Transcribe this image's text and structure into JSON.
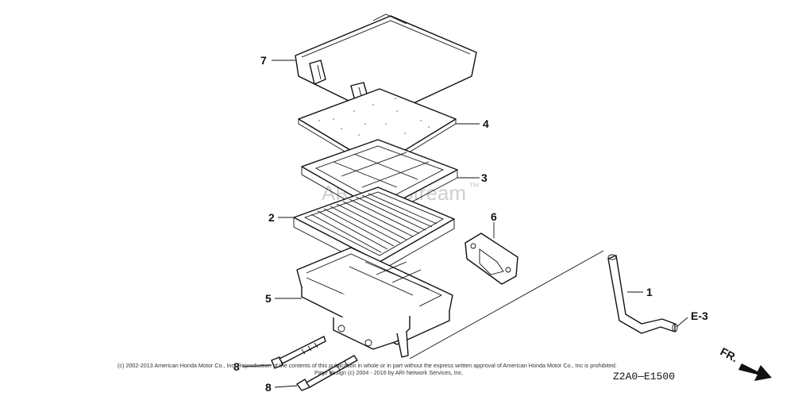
{
  "callouts": {
    "c1": "1",
    "c2": "2",
    "c3": "3",
    "c4": "4",
    "c5": "5",
    "c6": "6",
    "c7": "7",
    "c8a": "8",
    "c8b": "8"
  },
  "reference": {
    "e3": "E-3",
    "front": "FR."
  },
  "watermark": "ARI PartStream",
  "watermark_tm": "™",
  "copyright": {
    "line1": "(c) 2002-2013 American Honda Motor Co., Inc. Reproduction of the contents of this publication in whole or in part without the express written approval of American Honda Motor Co., Inc is prohibited.",
    "line2": "Page design (c) 2004 - 2016 by ARI Network Services, Inc."
  },
  "diagram_code": "Z2A0—E1500"
}
